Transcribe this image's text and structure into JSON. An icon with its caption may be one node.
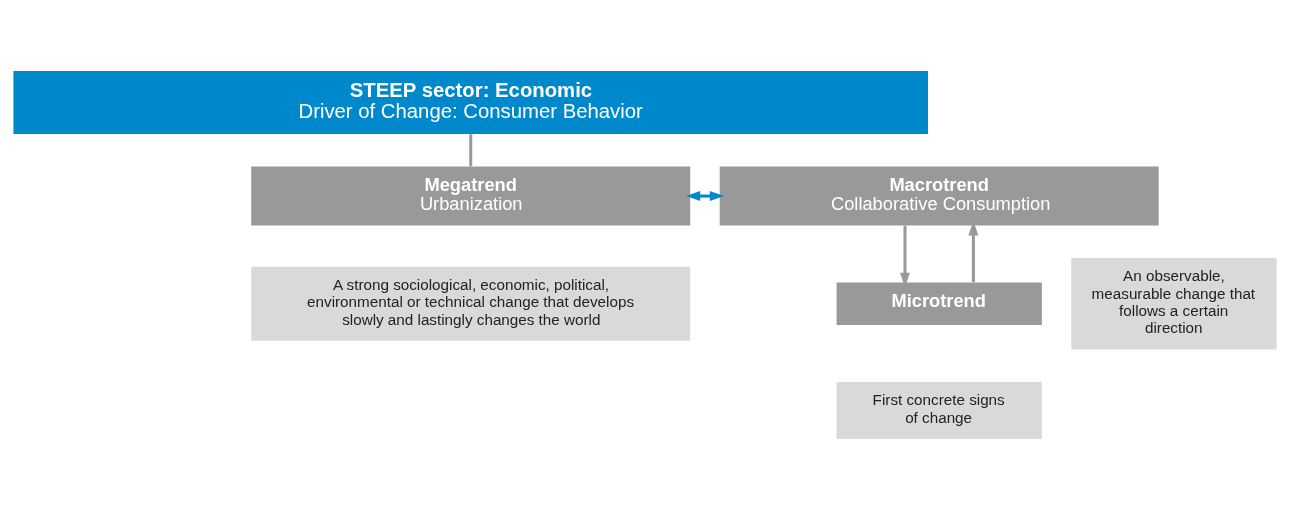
{
  "diagram": {
    "nodes": [
      {
        "text": [
          "STEEP sector: Economic",
          "Driver of Change: Consumer Behavior"
        ]
      },
      {
        "text": [
          "Megatrend",
          "Urbanization"
        ]
      },
      {
        "text": [
          "Macrotrend",
          "Collaborative Consumption"
        ]
      },
      {
        "text": [
          "A strong sociological, economic, political, environmental or technical change that develops slowly and lastingly changes the world"
        ]
      },
      {
        "text": [
          "Microtrend"
        ]
      },
      {
        "text": [
          "An observable, measurable change that follows a certain direction"
        ]
      },
      {
        "text": [
          "First concrete signs of change"
        ]
      }
    ],
    "edges": [
      {
        "from": 0,
        "to": 1,
        "arrow": "none"
      },
      {
        "from": 1,
        "to": 2,
        "arrow": "both",
        "color": "#0088cc"
      },
      {
        "from": 2,
        "to": 4,
        "arrow": "to"
      },
      {
        "from": 4,
        "to": 2,
        "arrow": "to"
      }
    ]
  }
}
